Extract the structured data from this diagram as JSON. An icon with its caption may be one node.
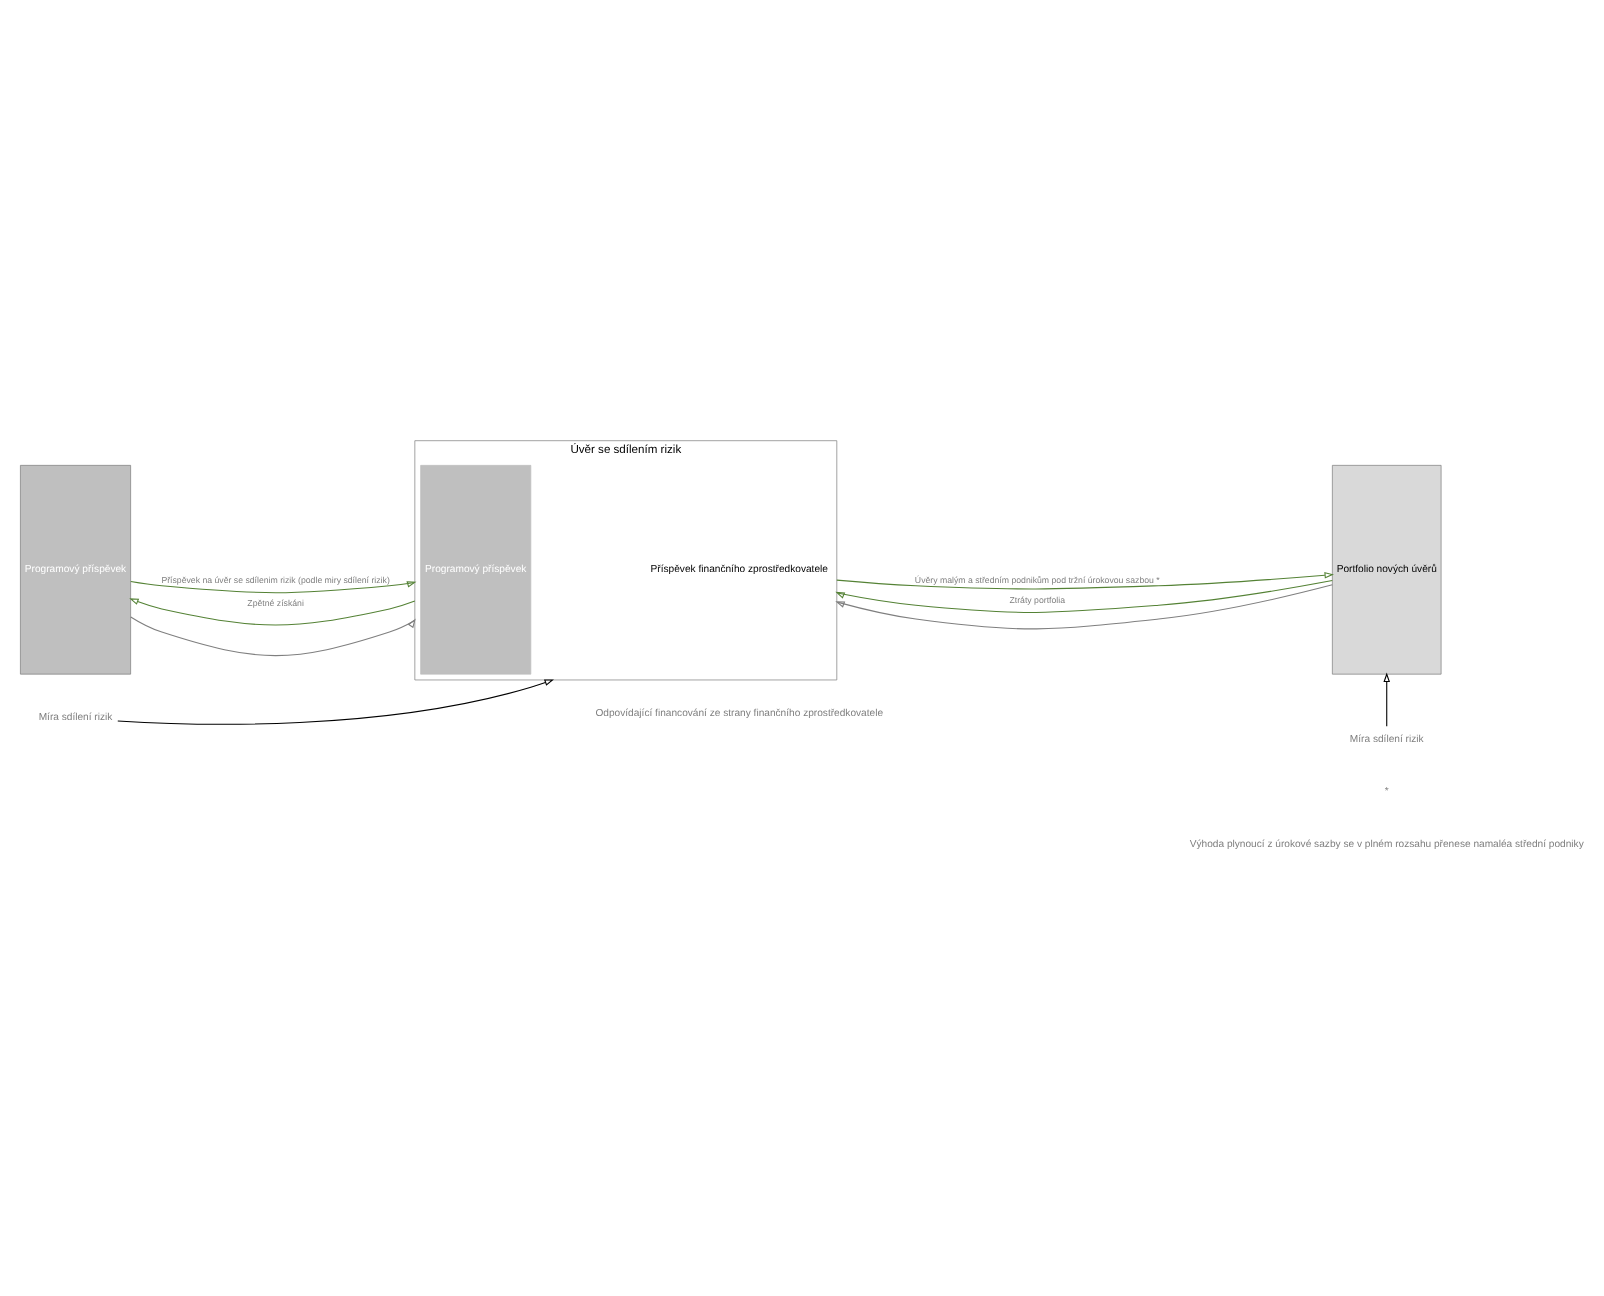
{
  "diagram": {
    "nodes": [
      {
        "text": [
          "Programový příspěvek"
        ]
      },
      {
        "text": [
          "Úvěr se sdílením rizik"
        ]
      },
      {
        "text": [
          "Programový příspěvek"
        ],
        "in": 1
      },
      {
        "text": [
          "Příspěvek finančního zprostředkovatele"
        ],
        "in": 1
      },
      {
        "text": [
          "Portfolio nových úvěrů"
        ]
      },
      {
        "text": [
          "Míra sdílení rizik"
        ]
      },
      {
        "text": [
          "Míra sdílení rizik"
        ]
      }
    ],
    "edges": [
      {
        "from": 0,
        "to": 1,
        "arrow": "to",
        "label": "Příspěvek na úvěr se sdílenim rizik (podle miry sdílení rizik)"
      },
      {
        "from": 1,
        "to": 4,
        "arrow": "to",
        "label": "Úvěry malým a středním podnikům pod tržní úrokovou sazbou *"
      },
      {
        "from": 1,
        "to": 0,
        "arrow": "to",
        "label": "Zpětné získáni"
      },
      {
        "from": 4,
        "to": 1,
        "arrow": "to",
        "label": "Ztráty portfolia"
      },
      {
        "from": 0,
        "to": 1,
        "arrow": "to",
        "color": "#7f7f7f"
      },
      {
        "from": 4,
        "to": 1,
        "arrow": "to",
        "color": "#7f7f7f"
      },
      {
        "from": 5,
        "to": 1,
        "arrow": "to",
        "color": "#000000"
      },
      {
        "from": 6,
        "to": 4,
        "arrow": "to",
        "color": "#000000"
      }
    ],
    "labels": [
      "Odpovídající financování ze strany finančního zprostředkovatele",
      "*",
      "Výhoda plynoucí z úrokové sazby se v plném rozsahu přenese namaléa střední podniky"
    ]
  }
}
